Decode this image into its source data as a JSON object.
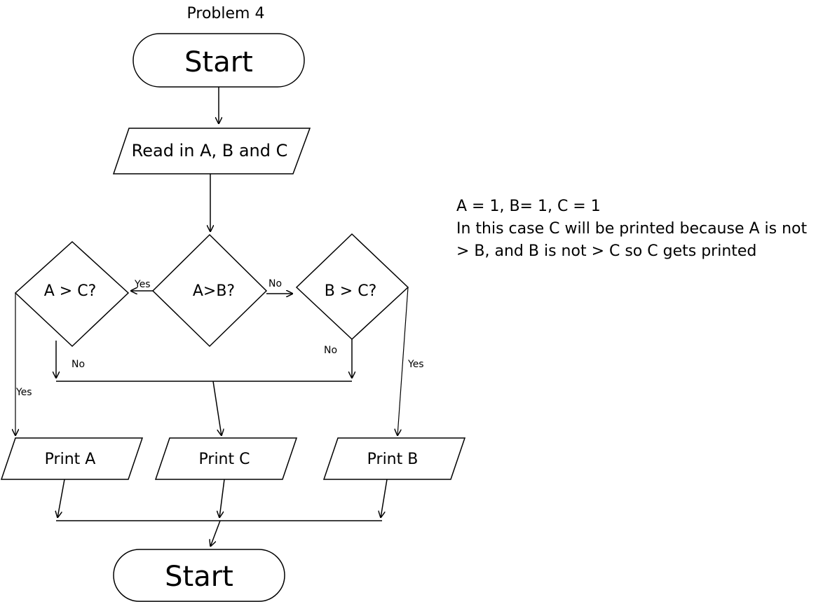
{
  "title": "Problem 4",
  "nodes": {
    "start_top": "Start",
    "input": "Read in A, B and C",
    "decision_ab": "A>B?",
    "decision_ac": "A > C?",
    "decision_bc": "B > C?",
    "print_a": "Print A",
    "print_c": "Print C",
    "print_b": "Print B",
    "start_bottom": "Start"
  },
  "edge_labels": {
    "ab_yes": "Yes",
    "ab_no": "No",
    "ac_no": "No",
    "ac_yes": "Yes",
    "bc_no": "No",
    "bc_yes": "Yes"
  },
  "note": {
    "line1": "A = 1, B= 1, C = 1",
    "line2": "In this case C will be printed because A is not",
    "line3": "> B, and B is not > C so C gets printed"
  }
}
